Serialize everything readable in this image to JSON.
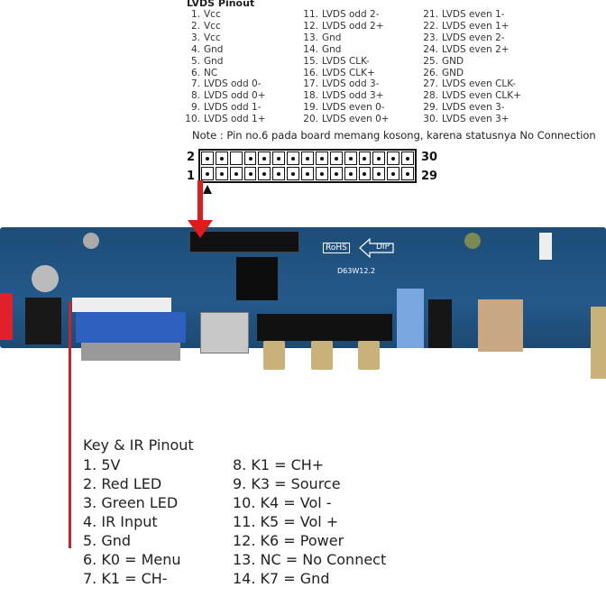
{
  "lvds": {
    "title": "LVDS Pinout",
    "col1": [
      [
        "1.",
        "Vcc"
      ],
      [
        "2.",
        "Vcc"
      ],
      [
        "3.",
        "Vcc"
      ],
      [
        "4.",
        "Gnd"
      ],
      [
        "5.",
        "Gnd"
      ],
      [
        "6.",
        "NC"
      ],
      [
        "7.",
        "LVDS odd 0-"
      ],
      [
        "8.",
        "LVDS odd 0+"
      ],
      [
        "9.",
        "LVDS odd 1-"
      ],
      [
        "10.",
        "LVDS odd 1+"
      ]
    ],
    "col2": [
      [
        "11.",
        "LVDS odd 2-"
      ],
      [
        "12.",
        "LVDS odd 2+"
      ],
      [
        "13.",
        "Gnd"
      ],
      [
        "14.",
        "Gnd"
      ],
      [
        "15.",
        "LVDS CLK-"
      ],
      [
        "16.",
        "LVDS CLK+"
      ],
      [
        "17.",
        "LVDS odd 3-"
      ],
      [
        "18.",
        "LVDS odd 3+"
      ],
      [
        "19.",
        "LVDS even 0-"
      ],
      [
        "20.",
        "LVDS even 0+"
      ]
    ],
    "col3": [
      [
        "21.",
        "LVDS even 1-"
      ],
      [
        "22.",
        "LVDS even 1+"
      ],
      [
        "23.",
        "LVDS even 2-"
      ],
      [
        "24.",
        "LVDS even 2+"
      ],
      [
        "25.",
        "GND"
      ],
      [
        "26.",
        "GND"
      ],
      [
        "27.",
        "LVDS even CLK-"
      ],
      [
        "28.",
        "LVDS even CLK+"
      ],
      [
        "29.",
        "LVDS even 3-"
      ],
      [
        "30.",
        "LVDS even 3+"
      ]
    ],
    "note": "Note : Pin no.6 pada board memang kosong, karena statusnya No Connection"
  },
  "connector": {
    "top_left": "2",
    "top_right": "30",
    "bottom_left": "1",
    "bottom_right": "29",
    "empty_pin": 6
  },
  "board": {
    "rohs": "RoHS",
    "dip": "DIP",
    "model": "D63W12.2",
    "color": "#1f5080",
    "arrow_color": "#e01b1b"
  },
  "key": {
    "title": "Key & IR Pinout",
    "col1": [
      "1. 5V",
      "2. Red LED",
      "3. Green LED",
      "4. IR Input",
      "5. Gnd",
      "6. K0 = Menu",
      "7. K1 = CH-"
    ],
    "col2": [
      "8. K1 = CH+",
      "9. K3 = Source",
      "10. K4 = Vol -",
      "11. K5 = Vol +",
      "12. K6 = Power",
      "13. NC = No Connect",
      "14. K7 = Gnd"
    ]
  }
}
